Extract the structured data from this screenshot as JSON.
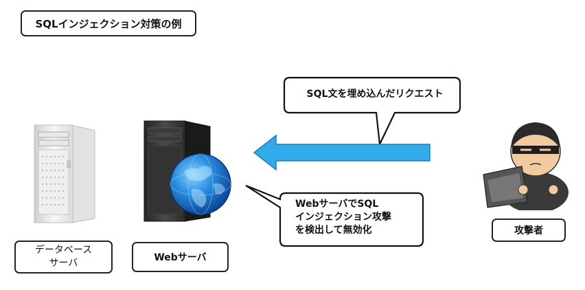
{
  "title": "SQLインジェクション対策の例",
  "callouts": {
    "request": "SQL文を埋め込んだリクエスト",
    "detect_line1": "WebサーバでSQL",
    "detect_line2": "インジェクション攻撃",
    "detect_line3": "を検出して無効化"
  },
  "labels": {
    "db_line1": "データベース",
    "db_line2": "サーバ",
    "web": "Webサーバ",
    "attacker": "攻撃者"
  },
  "colors": {
    "arrow": "#33aaea",
    "globe": "#1c7fd8"
  }
}
